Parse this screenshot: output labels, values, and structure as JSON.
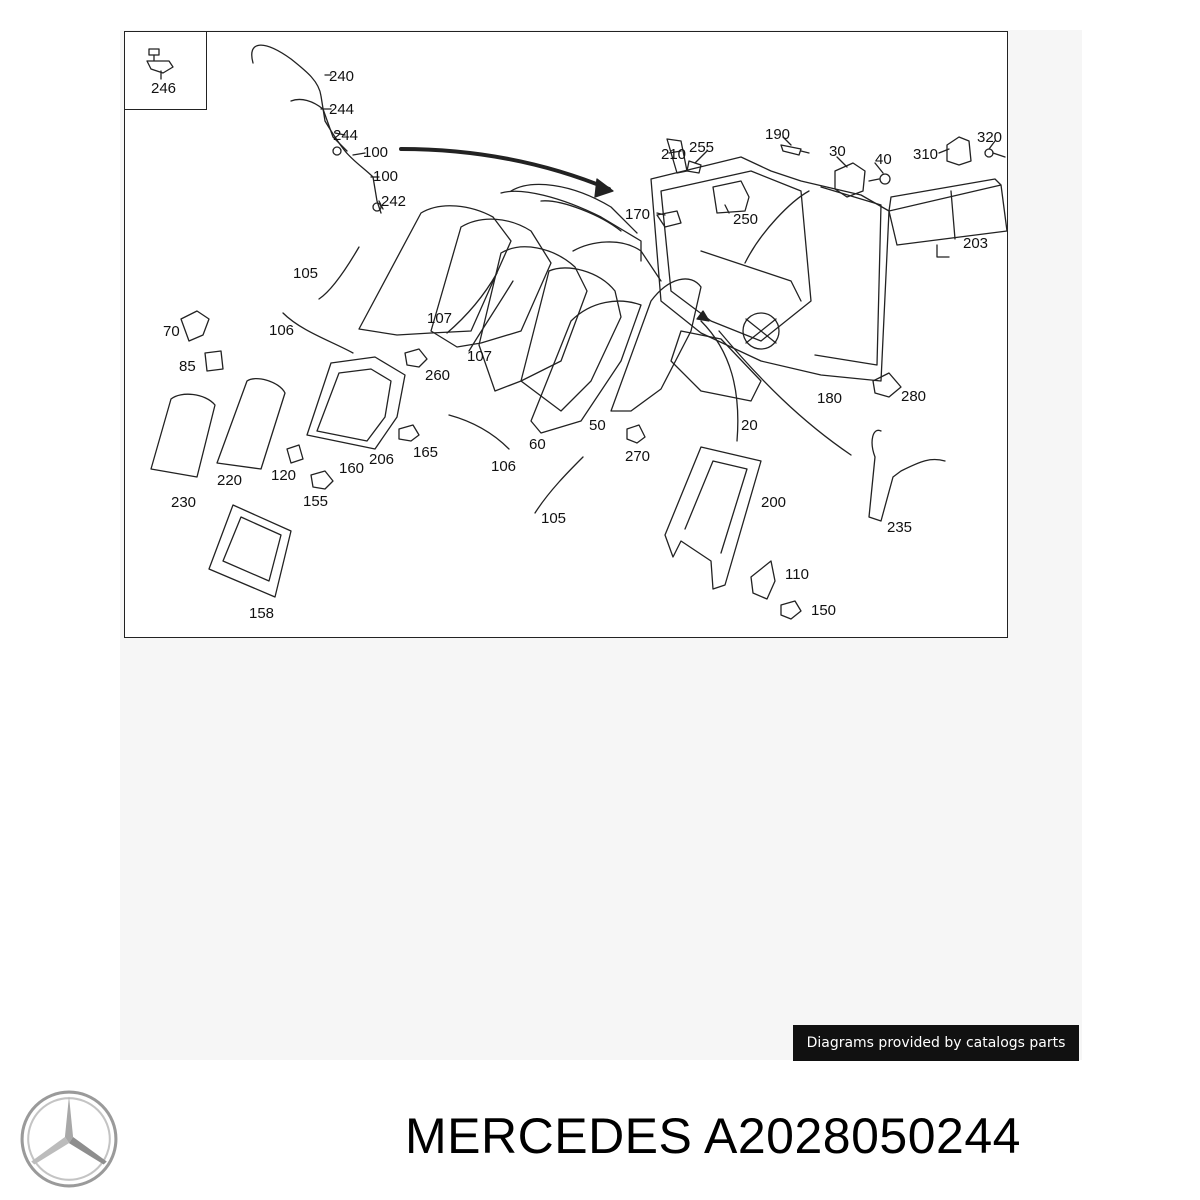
{
  "diagram": {
    "callouts": [
      {
        "id": "c246",
        "label": "246"
      },
      {
        "id": "c240",
        "label": "240"
      },
      {
        "id": "c244a",
        "label": "244"
      },
      {
        "id": "c244b",
        "label": "244"
      },
      {
        "id": "c100a",
        "label": "100"
      },
      {
        "id": "c100b",
        "label": "100"
      },
      {
        "id": "c242",
        "label": "242"
      },
      {
        "id": "c210",
        "label": "210"
      },
      {
        "id": "c255",
        "label": "255"
      },
      {
        "id": "c190",
        "label": "190"
      },
      {
        "id": "c30",
        "label": "30"
      },
      {
        "id": "c40",
        "label": "40"
      },
      {
        "id": "c310",
        "label": "310"
      },
      {
        "id": "c320",
        "label": "320"
      },
      {
        "id": "c170",
        "label": "170"
      },
      {
        "id": "c250",
        "label": "250"
      },
      {
        "id": "c203",
        "label": "203"
      },
      {
        "id": "c105a",
        "label": "105"
      },
      {
        "id": "c70",
        "label": "70"
      },
      {
        "id": "c106a",
        "label": "106"
      },
      {
        "id": "c107a",
        "label": "107"
      },
      {
        "id": "c107b",
        "label": "107"
      },
      {
        "id": "c85",
        "label": "85"
      },
      {
        "id": "c260",
        "label": "260"
      },
      {
        "id": "c180",
        "label": "180"
      },
      {
        "id": "c280",
        "label": "280"
      },
      {
        "id": "c165",
        "label": "165"
      },
      {
        "id": "c106b",
        "label": "106"
      },
      {
        "id": "c60",
        "label": "60"
      },
      {
        "id": "c50",
        "label": "50"
      },
      {
        "id": "c270",
        "label": "270"
      },
      {
        "id": "c20",
        "label": "20"
      },
      {
        "id": "c206",
        "label": "206"
      },
      {
        "id": "c160",
        "label": "160"
      },
      {
        "id": "c120",
        "label": "120"
      },
      {
        "id": "c220",
        "label": "220"
      },
      {
        "id": "c155",
        "label": "155"
      },
      {
        "id": "c230",
        "label": "230"
      },
      {
        "id": "c200",
        "label": "200"
      },
      {
        "id": "c105b",
        "label": "105"
      },
      {
        "id": "c235",
        "label": "235"
      },
      {
        "id": "c110",
        "label": "110"
      },
      {
        "id": "c150",
        "label": "150"
      },
      {
        "id": "c158",
        "label": "158"
      }
    ]
  },
  "footer": {
    "credit": "Diagrams provided by catalogs parts",
    "part_title": "MERCEDES A2028050244",
    "logo": "mercedes-star-logo"
  },
  "colors": {
    "line": "#222222",
    "badge_bg": "#111111",
    "badge_text": "#ffffff",
    "logo_grey": "#9a9a9a"
  }
}
